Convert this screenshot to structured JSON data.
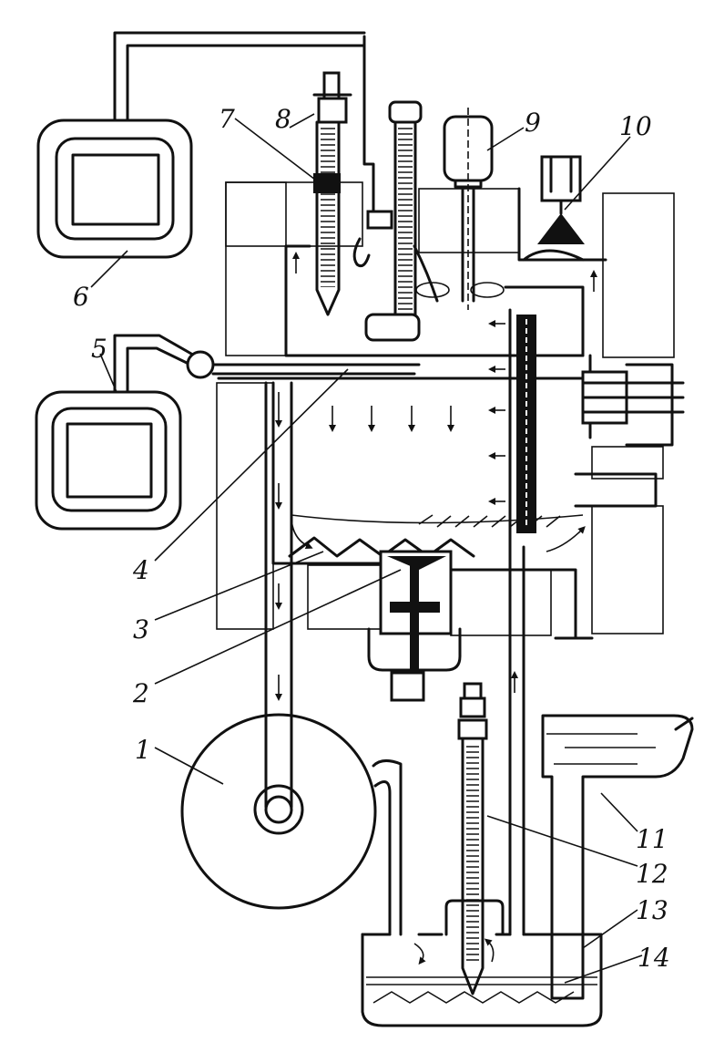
{
  "labels": [
    "1",
    "2",
    "3",
    "4",
    "5",
    "6",
    "7",
    "8",
    "9",
    "10",
    "11",
    "12",
    "13",
    "14"
  ],
  "colors": {
    "ink": "#111111",
    "paper": "#ffffff"
  }
}
